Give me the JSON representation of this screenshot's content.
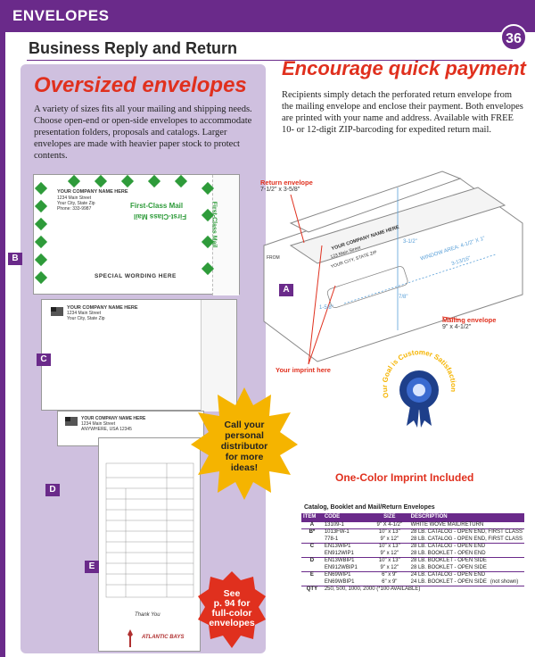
{
  "header": {
    "title": "ENVELOPES",
    "page_number": "36"
  },
  "section_title": "Business Reply and Return",
  "oversized": {
    "title": "Oversized envelopes",
    "body": "A variety of sizes fits all your mailing and shipping needs. Choose open-end or open-side envelopes to accommodate presentation folders, proposals and catalogs. Larger envelopes are made with heavier paper stock to protect contents."
  },
  "encourage": {
    "title": "Encourage quick payment",
    "body": "Recipients simply detach the perforated return envelope from the mailing envelope and enclose their payment. Both envelopes are printed with your name and address. Available with FREE 10- or 12-digit ZIP-barcoding for expedited return mail."
  },
  "envelope_b": {
    "company": "YOUR COMPANY NAME HERE",
    "address_1": "1234 Main Street",
    "address_2": "Your City, State Zip",
    "phone": "Phone: 333-9987",
    "first_class_1": "First-Class Mail",
    "first_class_2": "First-Class Mail",
    "first_class_side": "First-Class Mail",
    "special": "SPECIAL WORDING HERE"
  },
  "envelope_c": {
    "company": "YOUR COMPANY NAME HERE",
    "address_1": "1234 Main Street",
    "address_2": "Your City, State Zip"
  },
  "envelope_e": {
    "company": "YOUR COMPANY NAME HERE",
    "address_1": "1234 Main Street",
    "address_2": "ANYWHERE, USA 12345"
  },
  "envelope_d": {
    "signature": "Thank You",
    "logo_text": "ATLANTIC BAYS"
  },
  "letters": {
    "a": "A",
    "b": "B",
    "c": "C",
    "d": "D",
    "e": "E"
  },
  "callouts": {
    "star": [
      "Call your",
      "personal",
      "distributor",
      "for more",
      "ideas!"
    ],
    "see": [
      "See",
      "p. 94 for",
      "full-color",
      "envelopes"
    ],
    "return_envelope": "Return envelope",
    "return_size": "7-1/2\" x 3-5/8\"",
    "mailing_envelope": "Mailing envelope",
    "mailing_size": "9\" x 4-1/2\"",
    "imprint": "Your imprint here",
    "one_color": "One-Color Imprint Included"
  },
  "diagram_a": {
    "company": "YOUR COMPANY NAME HERE",
    "address_1": "123 Main Street",
    "address_2": "YOUR CITY, STATE ZIP",
    "dim_1": "3-1/2\"",
    "window": "WINDOW AREA: 4-1/2\" X 1\"",
    "dim_2": "3-13/16\"",
    "dim_3": "7/8\"",
    "dim_4": "1-5/8\"",
    "from": "FROM"
  },
  "seal": {
    "text": "Our Goal is Customer Satisfaction"
  },
  "table": {
    "title": "Catalog, Booklet and Mail/Return Envelopes",
    "headers": [
      "ITEM",
      "CODE",
      "SIZE",
      "DESCRIPTION"
    ],
    "rows": [
      {
        "item": "A",
        "code": "13109-1",
        "size": "9\" X 4-1/2\"",
        "desc": "WHITE WOVE MAIL/RETURN",
        "sep": true
      },
      {
        "item": "B*",
        "code": "1013FW-1",
        "size": "10\" x 13\"",
        "desc": "28 LB. CATALOG - OPEN END, FIRST CLASS",
        "sep": true
      },
      {
        "item": "",
        "code": "778-1",
        "size": "9\" x 12\"",
        "desc": "28 LB. CATALOG - OPEN END, FIRST CLASS",
        "sep": false
      },
      {
        "item": "C",
        "code": "EN13WIP1",
        "size": "10\" x 13\"",
        "desc": "28 LB. CATALOG - OPEN END",
        "sep": true
      },
      {
        "item": "",
        "code": "EN912WIP1",
        "size": "9\" x 12\"",
        "desc": "28 LB. BOOKLET - OPEN END",
        "sep": false
      },
      {
        "item": "D",
        "code": "EN13WBIP1",
        "size": "10\" x 13\"",
        "desc": "28 LB. BOOKLET - OPEN SIDE",
        "sep": true
      },
      {
        "item": "",
        "code": "EN912WBIP1",
        "size": "9\" x 12\"",
        "desc": "28 LB. BOOKLET - OPEN SIDE",
        "sep": false
      },
      {
        "item": "E",
        "code": "EN69WIP1",
        "size": "6\" x 9\"",
        "desc": "24 LB. CATALOG - OPEN END",
        "sep": true
      },
      {
        "item": "",
        "code": "EN69WBIP1",
        "size": "6\" x 9\"",
        "desc": "24 LB. BOOKLET - OPEN SIDE",
        "note": "(not shown)",
        "sep": false
      }
    ],
    "qty_label": "QTY",
    "qty_value": "250, 500, 1000, 2000 (*100 AVAILABLE)"
  },
  "colors": {
    "purple": "#6a2a8a",
    "lavender": "#cfc0df",
    "red": "#e0301e",
    "green": "#2e9b3a",
    "gold": "#f5b400"
  }
}
